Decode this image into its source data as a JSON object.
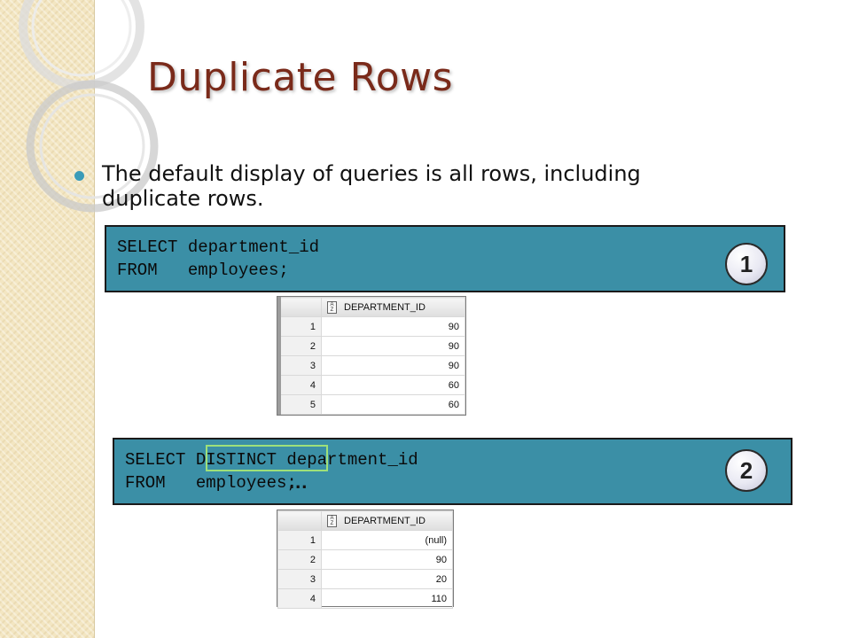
{
  "slide": {
    "title": "Duplicate Rows",
    "bullet": "The default display of queries is all rows, including duplicate rows."
  },
  "query1": {
    "lines": [
      "SELECT department_id",
      "FROM   employees;"
    ],
    "badge": "1"
  },
  "query2": {
    "lines": [
      "SELECT DISTINCT department_id",
      "FROM   employees;"
    ],
    "badge": "2",
    "ellipsis": "..."
  },
  "result1": {
    "column": "DEPARTMENT_ID",
    "rows": [
      {
        "n": "1",
        "v": "90"
      },
      {
        "n": "2",
        "v": "90"
      },
      {
        "n": "3",
        "v": "90"
      },
      {
        "n": "4",
        "v": "60"
      },
      {
        "n": "5",
        "v": "60"
      }
    ]
  },
  "result2": {
    "column": "DEPARTMENT_ID",
    "rows": [
      {
        "n": "1",
        "v": "(null)"
      },
      {
        "n": "2",
        "v": "90"
      },
      {
        "n": "3",
        "v": "20"
      },
      {
        "n": "4",
        "v": "110"
      }
    ]
  },
  "colors": {
    "code_bg": "#3b8fa6",
    "title": "#7a2a1a",
    "bullet": "#3a9bb8",
    "highlight": "#9ee07a"
  },
  "icons": {
    "sort": "sort-az-icon"
  }
}
